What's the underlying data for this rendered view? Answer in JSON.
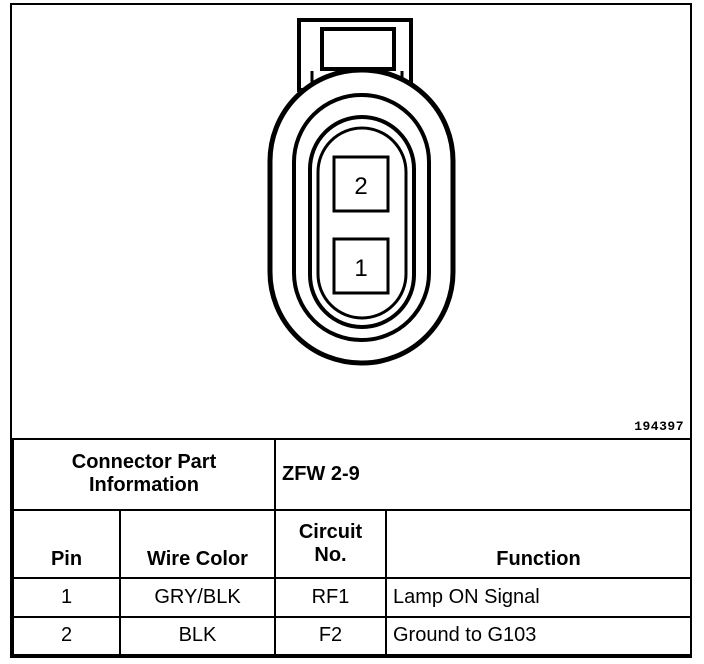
{
  "figure": {
    "number": "194397",
    "pins": [
      {
        "label": "2"
      },
      {
        "label": "1"
      }
    ]
  },
  "connector": {
    "part_info_label": "Connector Part Information",
    "part_info_line1": "Connector Part",
    "part_info_line2": "Information",
    "part_number": "ZFW 2-9"
  },
  "table": {
    "headers": {
      "pin": "Pin",
      "wire_color": "Wire Color",
      "circuit_line1": "Circuit",
      "circuit_line2": "No.",
      "function": "Function"
    },
    "rows": [
      {
        "pin": "1",
        "wire_color": "GRY/BLK",
        "circuit": "RF1",
        "function": "Lamp ON Signal"
      },
      {
        "pin": "2",
        "wire_color": "BLK",
        "circuit": "F2",
        "function": "Ground to G103"
      }
    ]
  }
}
